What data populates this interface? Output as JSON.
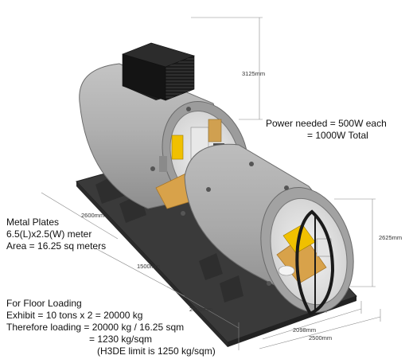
{
  "power": {
    "line1": "Power needed = 500W each",
    "line2": "= 1000W Total"
  },
  "plates": {
    "line1": "Metal Plates",
    "line2": "6.5(L)x2.5(W) meter",
    "line3": "Area = 16.25 sq meters"
  },
  "loading": {
    "line1": "For Floor Loading",
    "line2": "Exhibit = 10 tons x 2 = 20000 kg",
    "line3": "Therefore loading = 20000 kg / 16.25 sqm",
    "line4": "= 1230 kg/sqm",
    "line5": "(H3DE limit is 1250 kg/sqm)"
  },
  "dimensions": {
    "height_total": "3125mm",
    "height_tube": "2625mm",
    "length_a": "2600mm",
    "gap": "1500mm",
    "length_b": "2600mm",
    "width_inner": "2098mm",
    "width_outer": "2500mm"
  },
  "colors": {
    "concrete": "#a9a9a9",
    "concrete_dark": "#8a8a8a",
    "interior_wood": "#d8a24a",
    "interior_accent": "#f0c000",
    "steel_plate": "#3a3a3a",
    "ac_unit": "#1c1c1c"
  }
}
